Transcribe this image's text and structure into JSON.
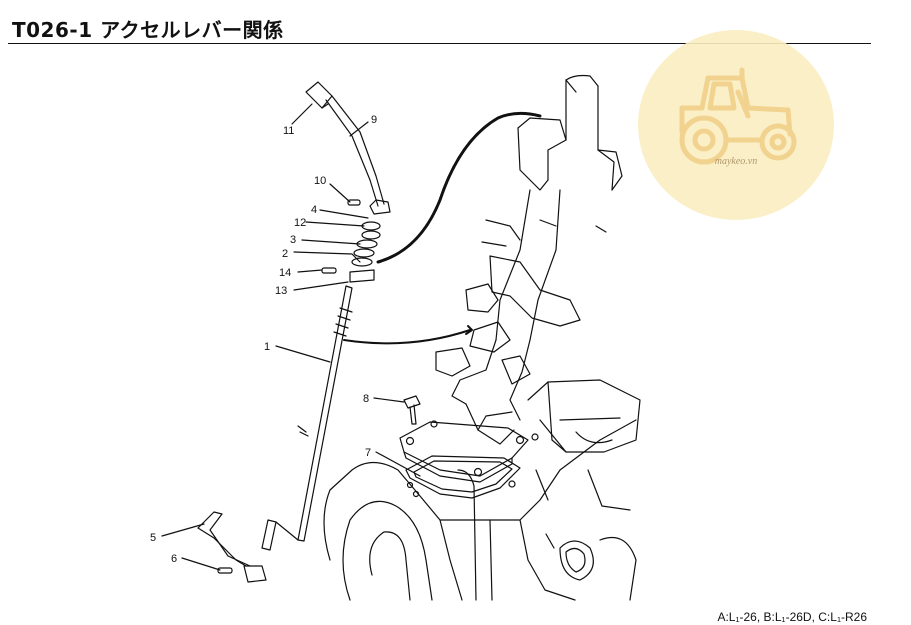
{
  "header": {
    "title": "T026-1 アクセルレバー関係"
  },
  "watermark": {
    "text": "maykeo.vn",
    "color": "#f6e3a6"
  },
  "footer": {
    "models": "A:L₁-26,  B:L₁-26D,  C:L₁-R26"
  },
  "callouts": [
    "1",
    "2",
    "3",
    "4",
    "5",
    "6",
    "7",
    "8",
    "9",
    "10",
    "11",
    "12",
    "13",
    "14"
  ]
}
